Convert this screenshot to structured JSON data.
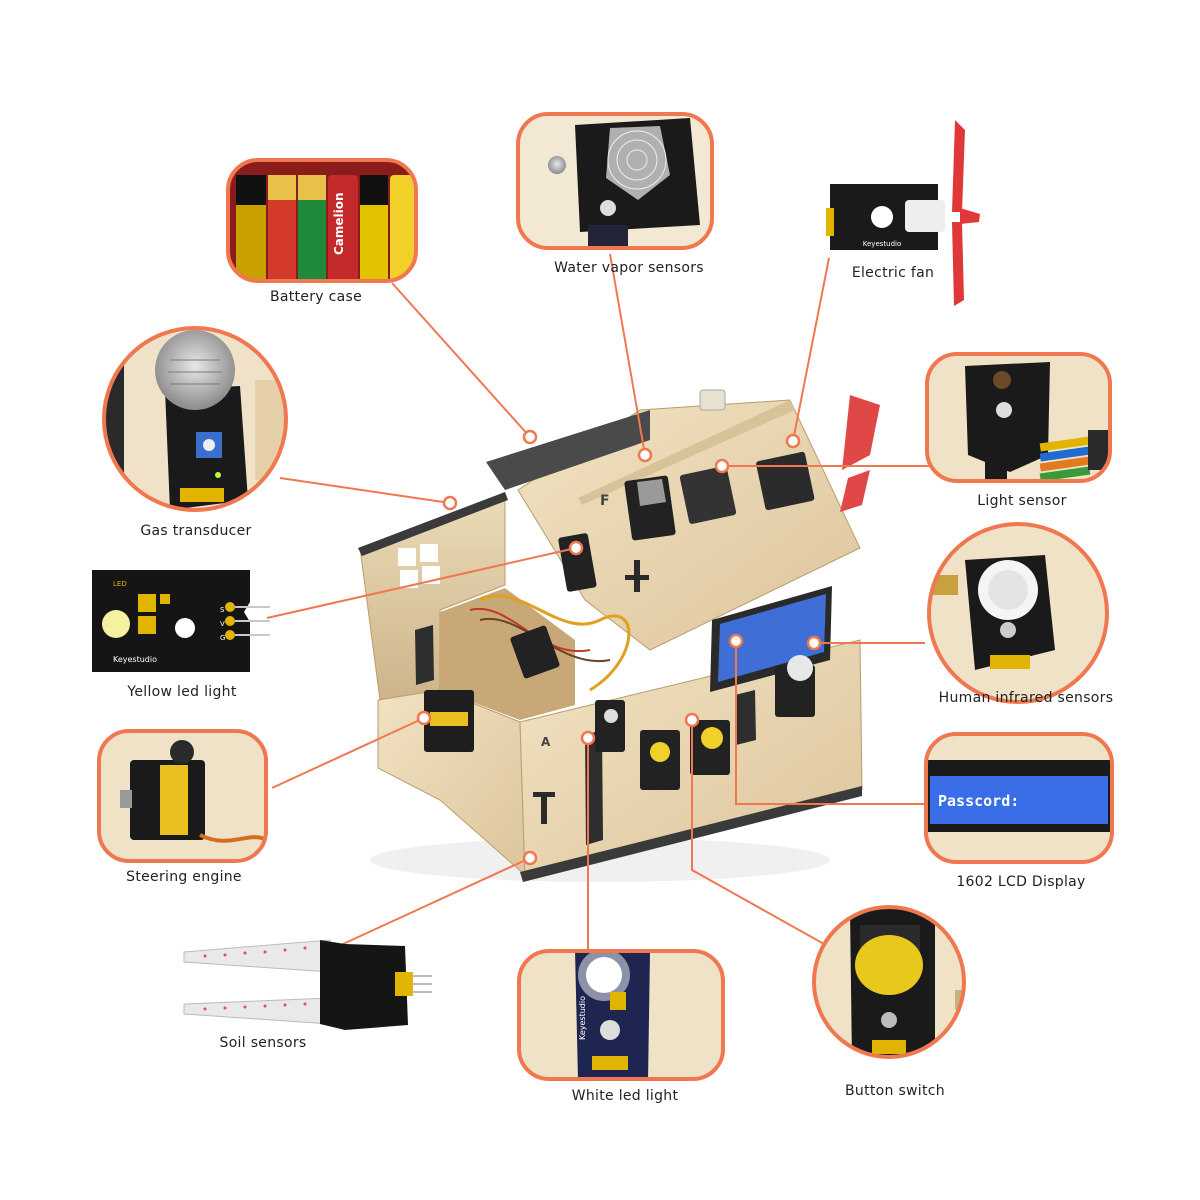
{
  "diagram": {
    "accent_color": "#f07850",
    "components": [
      {
        "id": "battery",
        "label": "Battery case",
        "icon": "battery-pack-icon",
        "printed": [
          "Camelion"
        ]
      },
      {
        "id": "water",
        "label": "Water vapor sensors",
        "icon": "water-sensor-icon"
      },
      {
        "id": "fan",
        "label": "Electric fan",
        "icon": "fan-module-icon",
        "printed": [
          "Keyestudio"
        ]
      },
      {
        "id": "gas",
        "label": "Gas transducer",
        "icon": "gas-sensor-icon"
      },
      {
        "id": "light",
        "label": "Light sensor",
        "icon": "light-sensor-icon"
      },
      {
        "id": "yled",
        "label": "Yellow led light",
        "icon": "yellow-led-module-icon",
        "printed": [
          "LED",
          "S",
          "V",
          "G",
          "Keyestudio"
        ]
      },
      {
        "id": "pir",
        "label": "Human infrared sensors",
        "icon": "pir-sensor-icon"
      },
      {
        "id": "servo",
        "label": "Steering engine",
        "icon": "servo-motor-icon"
      },
      {
        "id": "lcd",
        "label": "1602 LCD Display",
        "icon": "lcd-display-icon",
        "screen_text": "Passcord:"
      },
      {
        "id": "soil",
        "label": "Soil sensors",
        "icon": "soil-probe-icon"
      },
      {
        "id": "wled",
        "label": "White led light",
        "icon": "white-led-module-icon",
        "printed": [
          "Keyestudio"
        ]
      },
      {
        "id": "button",
        "label": "Button switch",
        "icon": "push-button-icon"
      }
    ],
    "house": {
      "letters": [
        "F",
        "A"
      ]
    }
  }
}
